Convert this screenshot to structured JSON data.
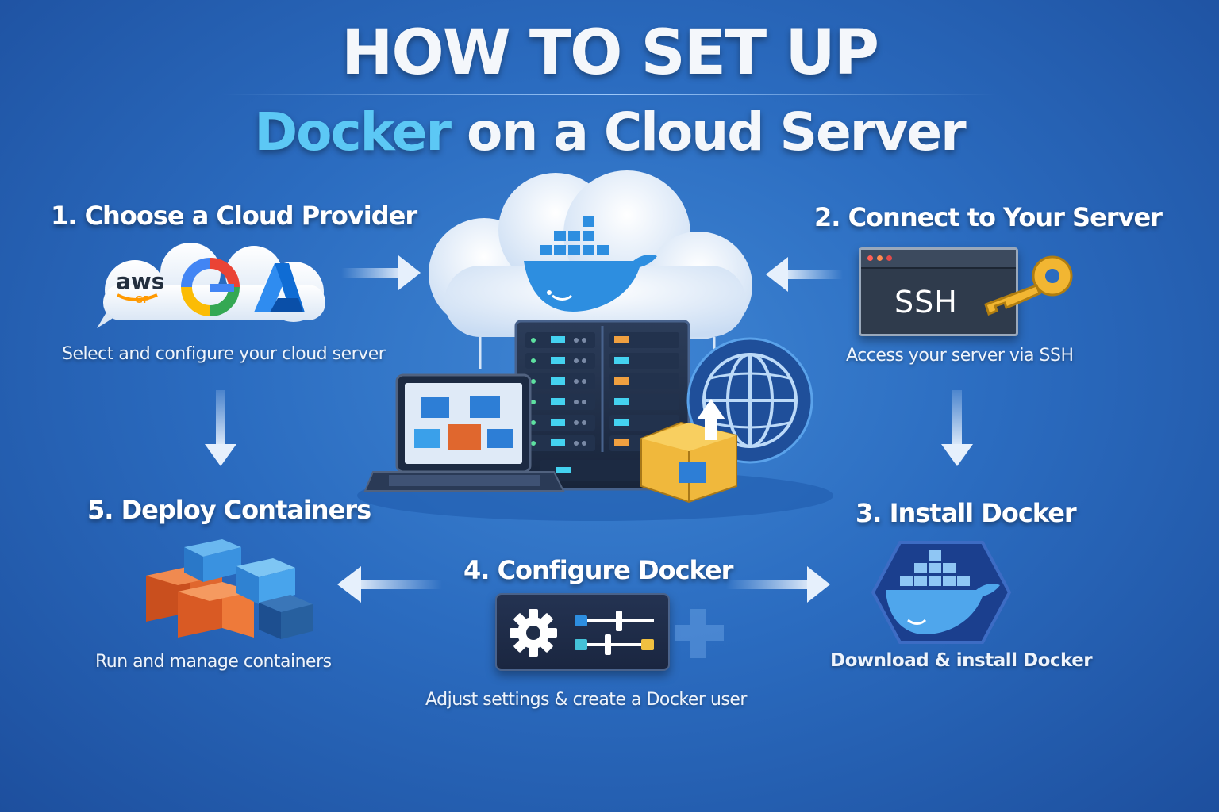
{
  "title": {
    "line1": "HOW TO SET UP",
    "line2_accent": "Docker",
    "line2_rest": "on a Cloud Server"
  },
  "colors": {
    "accent": "#5cc8f5",
    "background": "#2b6cc0",
    "docker_blue": "#2d8ee0",
    "container_orange": "#e0672e",
    "box_yellow": "#f0b83c"
  },
  "steps": {
    "step1": {
      "title": "1. Choose a Cloud Provider",
      "description": "Select and configure your cloud server",
      "providers": {
        "aws": "aws",
        "aws_sub": "GP"
      }
    },
    "step2": {
      "title": "2. Connect to Your Server",
      "description": "Access your server via SSH",
      "terminal_text": "SSH"
    },
    "step3": {
      "title": "3. Install Docker",
      "description": "Download & install Docker"
    },
    "step4": {
      "title": "4. Configure Docker",
      "description": "Adjust settings & create a Docker user"
    },
    "step5": {
      "title": "5. Deploy Containers",
      "description": "Run and manage containers"
    }
  },
  "icons": {
    "center": "cloud-docker-server-icon",
    "step1": "cloud-providers-icon",
    "step2": "ssh-terminal-key-icon",
    "step3": "docker-whale-hexagon-icon",
    "step4": "gear-sliders-icon",
    "step5": "container-stack-icon"
  }
}
